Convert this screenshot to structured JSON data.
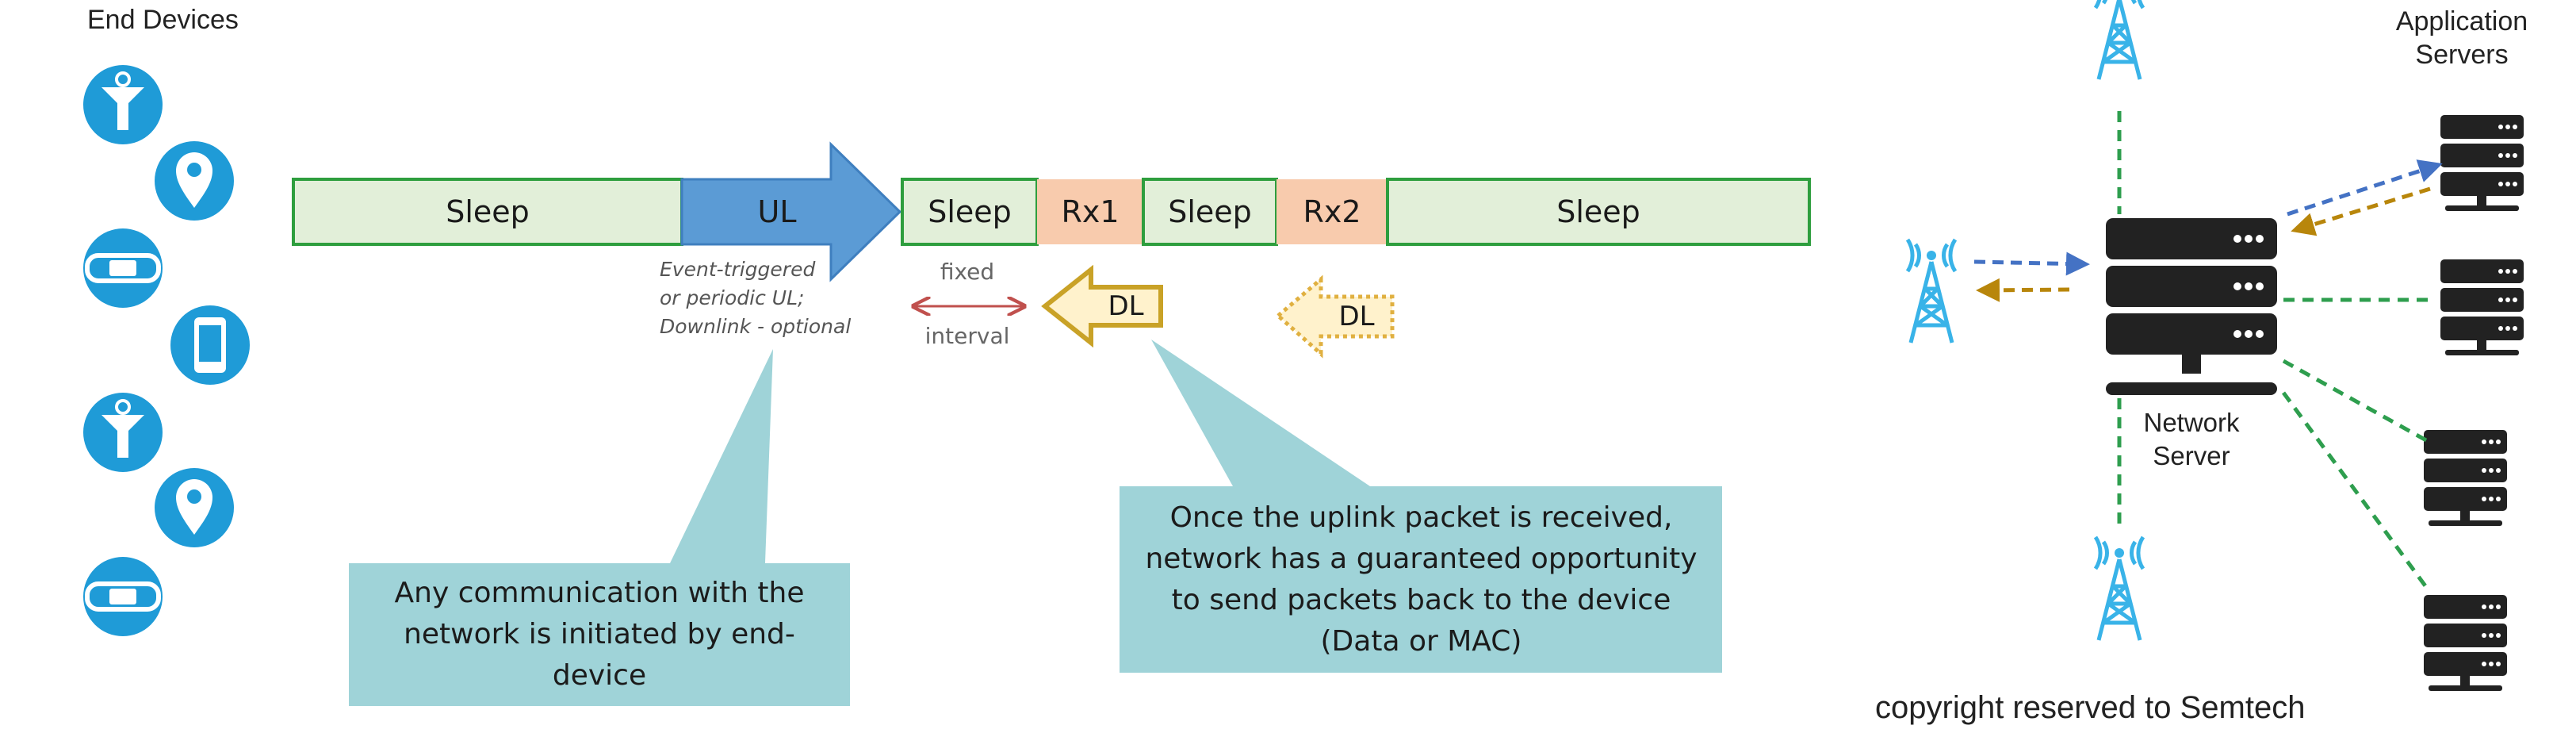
{
  "labels": {
    "end_devices": "End Devices",
    "application_servers_line1": "Application",
    "application_servers_line2": "Servers",
    "network_server_line1": "Network",
    "network_server_line2": "Server",
    "copyright": "copyright reserved to Semtech"
  },
  "timeline": {
    "sleep1": "Sleep",
    "ul": "UL",
    "sleep2": "Sleep",
    "rx1": "Rx1",
    "sleep3": "Sleep",
    "rx2": "Rx2",
    "sleep4": "Sleep",
    "dl_solid": "DL",
    "dl_dotted": "DL"
  },
  "notes": {
    "event_line1": "Event-triggered",
    "event_line2": "or periodic UL;",
    "event_line3": "Downlink - optional",
    "fixed": "fixed",
    "interval": "interval"
  },
  "callouts": {
    "left": "Any communication with the network is initiated by end-device",
    "right": "Once the uplink packet is received, network has a guaranteed opportunity to send packets back to the device (Data or MAC)"
  },
  "device_icons": [
    "sensor-icon",
    "location-pin-icon",
    "wristband-icon",
    "smartphone-icon",
    "sensor-icon",
    "location-pin-icon",
    "wristband-icon"
  ],
  "colors": {
    "sleep_fill": "#e2efd9",
    "sleep_border": "#2e9e3e",
    "ul_fill": "#5b9bd5",
    "rx_fill": "#f8cbad",
    "dl_fill": "#fff2cc",
    "dl_border": "#c9a227",
    "callout_fill": "#9fd3d8",
    "device_icon": "#1f9bd7",
    "tower": "#39b3e8",
    "server": "#222222",
    "link_green": "#2e9e4e",
    "uplink_blue": "#4472c4",
    "downlink_gold": "#b8860b"
  }
}
